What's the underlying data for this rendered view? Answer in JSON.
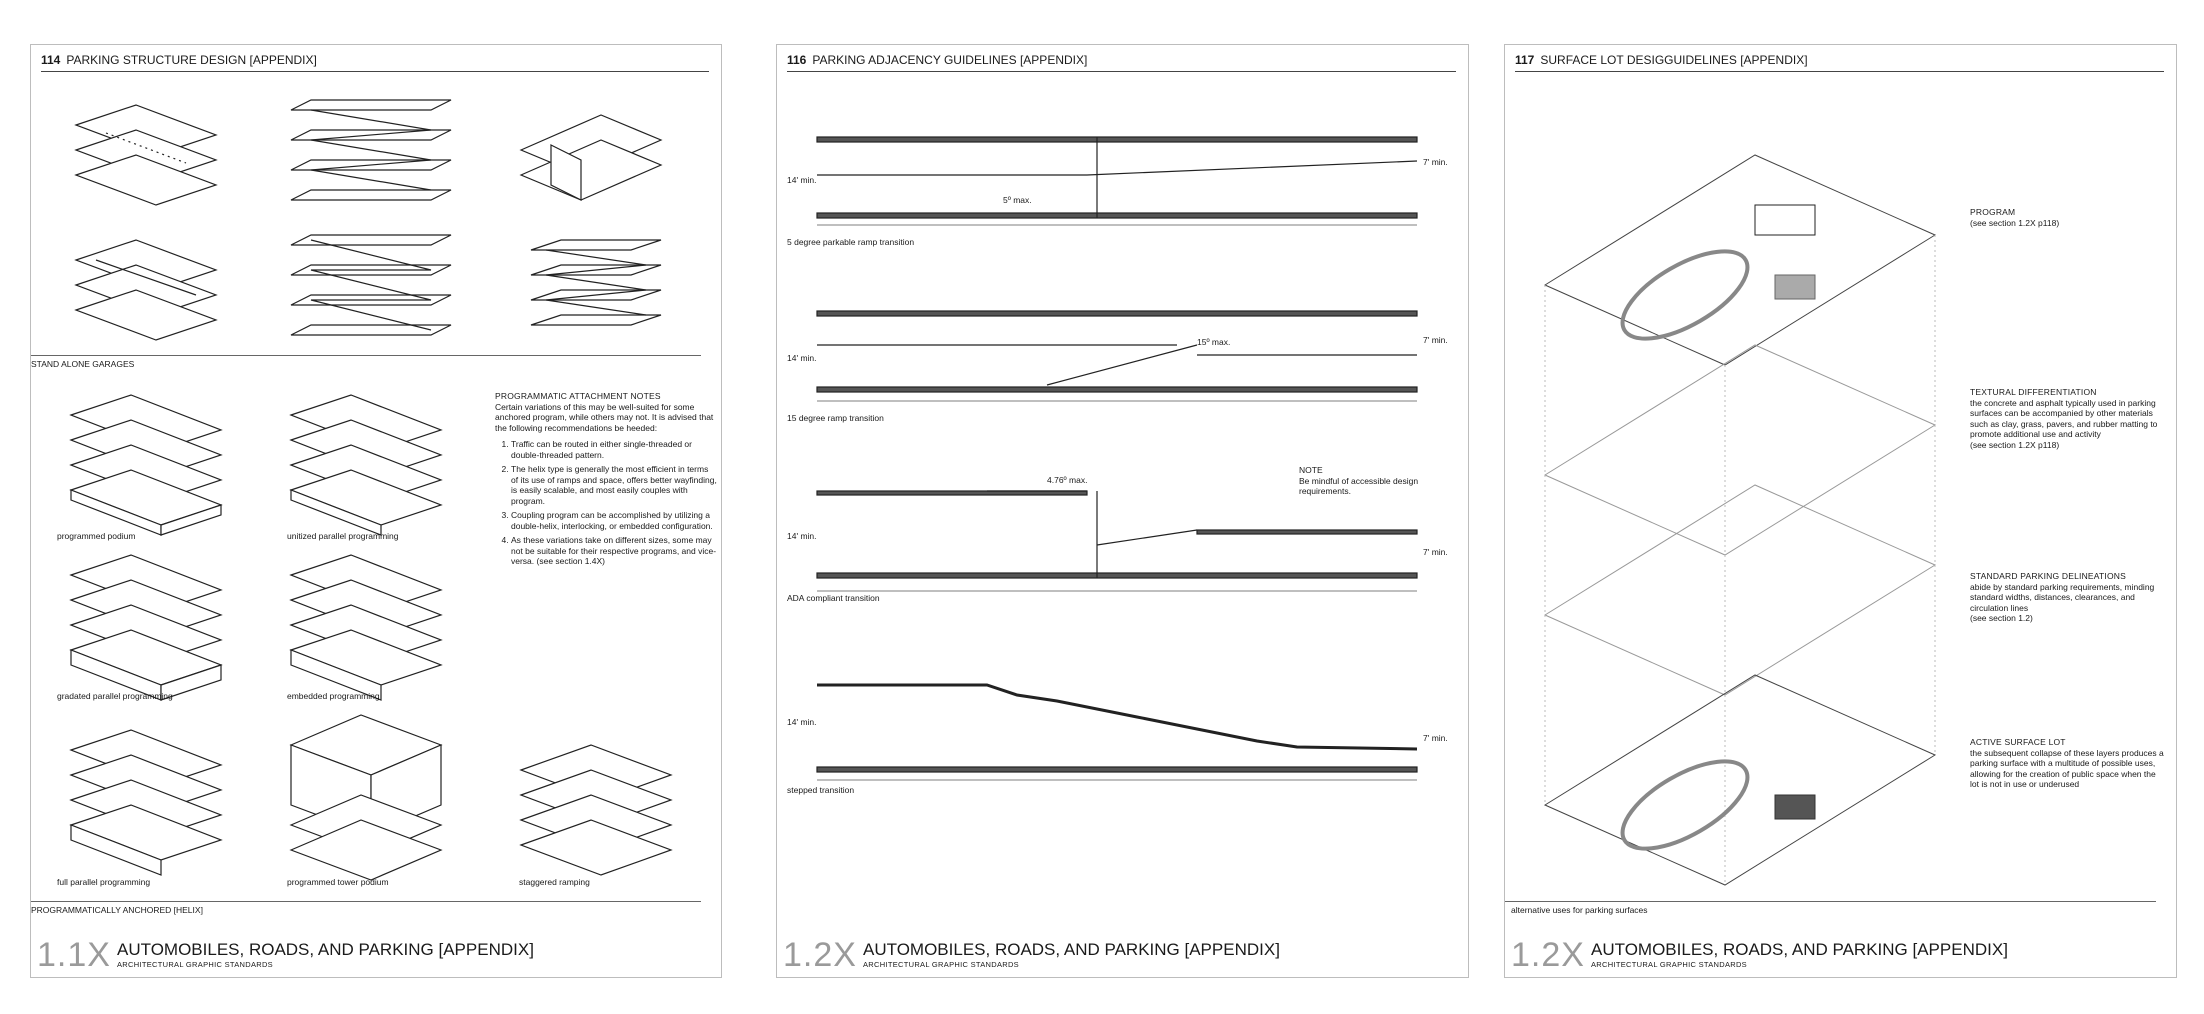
{
  "pages": [
    {
      "number": "114",
      "header": "PARKING STRUCTURE DESIGN [APPENDIX]",
      "section_labels": {
        "stand_alone": "STAND ALONE GARAGES",
        "anchored": "PROGRAMMATICALLY ANCHORED [HELIX]"
      },
      "captions": [
        "programmed podium",
        "unitized parallel programming",
        "gradated parallel programming",
        "embedded programming",
        "full parallel programming",
        "programmed tower podium",
        "staggered ramping"
      ],
      "notes": {
        "title": "PROGRAMMATIC ATTACHMENT NOTES",
        "intro": "Certain variations of this may be well-suited for some anchored program, while others may not.  It is advised that the following recommendations be heeded:",
        "items": [
          "Traffic can be routed in either single-threaded or double-threaded pattern.",
          "The helix type is generally the most efficient in terms of its use of ramps and space, offers better wayfinding, is easily scalable, and most easily couples with program.",
          "Coupling program can be accomplished by utilizing a double-helix, interlocking, or embedded configuration.",
          "As these variations take on different sizes, some may not be suitable for their respective programs, and vice-versa. (see section 1.4X)"
        ]
      },
      "footer": {
        "number": "1.1X",
        "title": "AUTOMOBILES, ROADS, AND PARKING [APPENDIX]",
        "subtitle": "ARCHITECTURAL GRAPHIC STANDARDS"
      }
    },
    {
      "number": "116",
      "header": "PARKING ADJACENCY GUIDELINES [APPENDIX]",
      "sections": [
        {
          "caption": "5 degree parkable ramp transition",
          "left_dim": "14' min.",
          "right_dim": "7' min.",
          "angle": "5º max."
        },
        {
          "caption": "15 degree ramp transition",
          "left_dim": "14' min.",
          "right_dim": "7' min.",
          "angle": "15º max."
        },
        {
          "caption": "ADA compliant transition",
          "left_dim": "14' min.",
          "right_dim": "7' min.",
          "angle": "4.76º max."
        },
        {
          "caption": "stepped transition",
          "left_dim": "14' min.",
          "right_dim": "7' min.",
          "angle": ""
        }
      ],
      "note": {
        "title": "NOTE",
        "text": "Be mindful of accessible design requirements."
      },
      "footer": {
        "number": "1.2X",
        "title": "AUTOMOBILES, ROADS, AND PARKING [APPENDIX]",
        "subtitle": "ARCHITECTURAL GRAPHIC STANDARDS"
      }
    },
    {
      "number": "117",
      "header": "SURFACE LOT DESIGGUIDELINES [APPENDIX]",
      "layers": [
        {
          "title": "PROGRAM",
          "text": "(see section 1.2X p118)"
        },
        {
          "title": "TEXTURAL DIFFERENTIATION",
          "text": "the concrete and asphalt typically used in parking surfaces can be accompanied by other materials such as clay, grass, pavers, and rubber matting to promote additional use and activity",
          "ref": "(see section 1.2X p118)"
        },
        {
          "title": "STANDARD PARKING DELINEATIONS",
          "text": "abide by standard parking requirements, minding standard widths, distances, clearances, and circulation lines",
          "ref": "(see section 1.2)"
        },
        {
          "title": "ACTIVE SURFACE LOT",
          "text": "the subsequent collapse of these layers produces a parking surface with a multitude of possible uses, allowing for the creation of public space when the lot is not in use or underused"
        }
      ],
      "caption": "alternative uses for parking surfaces",
      "footer": {
        "number": "1.2X",
        "title": "AUTOMOBILES, ROADS, AND PARKING [APPENDIX]",
        "subtitle": "ARCHITECTURAL GRAPHIC STANDARDS"
      }
    }
  ]
}
